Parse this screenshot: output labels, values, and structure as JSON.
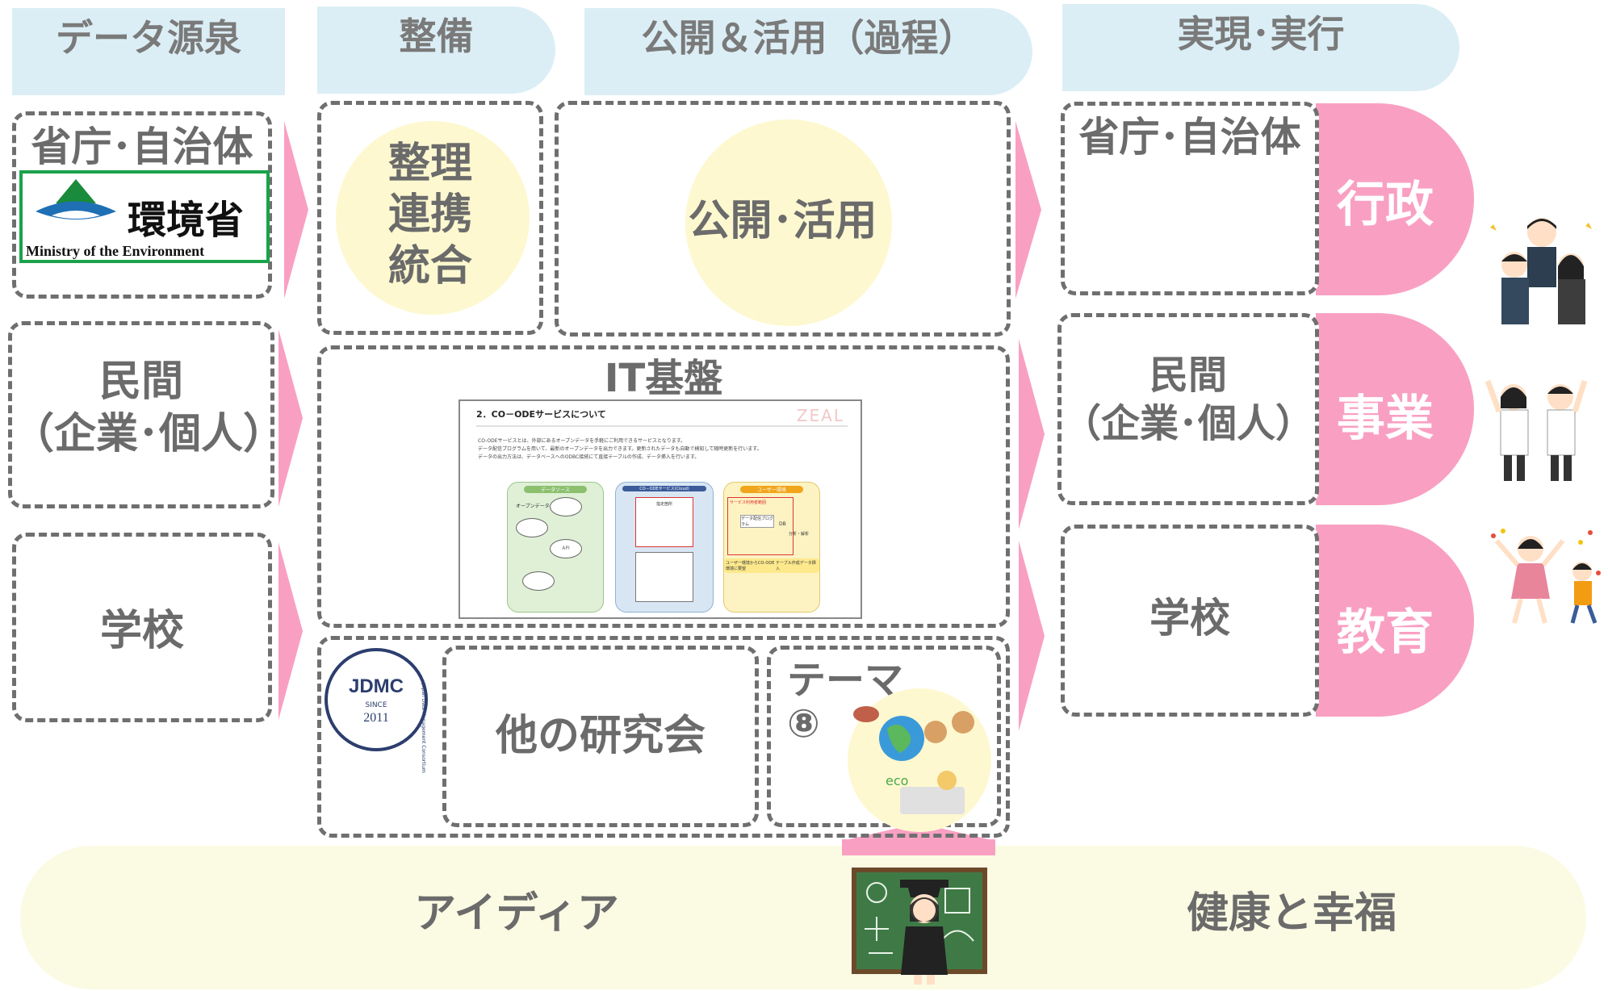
{
  "headers": {
    "data_source": "データ源泉",
    "prep": "整備",
    "publish": "公開＆活用（過程）",
    "realize": "実現･実行"
  },
  "left": {
    "gov_title": "省庁･自治体",
    "moe_logo": {
      "jp": "環境省",
      "en": "Ministry of the Environment"
    },
    "private": [
      "民間",
      "（企業･個人）"
    ],
    "school": "学校"
  },
  "prep": {
    "lines": [
      "整理",
      "連携",
      "統合"
    ]
  },
  "publish": {
    "label": "公開･活用"
  },
  "it": {
    "title": "IT基盤",
    "slide": {
      "heading": "2．CO－ODEサービスについて",
      "brand": "ZEAL",
      "body": [
        "CO-ODEサービスとは、外部にあるオープンデータを手軽にご利用できるサービスとなります。",
        "データ配信プログラムを用いて、最新のオープンデータを出力できます。更新されたデータも自動で検知して随時更新を行います。",
        "データの出力方法は、データベースへのODBC接続にて直接テーブルの作成、データ挿入を行います。"
      ],
      "panels": [
        "データソース",
        "CO－ODEサービス(Cloud)",
        "ユーザー環境"
      ],
      "labels": [
        "オープンデータ",
        "API",
        "指定箇所",
        "サービス利用者範囲",
        "データ配信プログラム",
        "DB",
        "分析・解析",
        "ユーザー環境からCO-ODE環境に要望",
        "テーブル作成データ挿入"
      ]
    }
  },
  "jdmc": {
    "name": "JDMC",
    "since": "SINCE",
    "year": "2011",
    "ring": "Japan Data Management Consortium"
  },
  "other_study": "他の研究会",
  "theme": {
    "label": "テーマ",
    "num": "⑧",
    "eco": "eco"
  },
  "right": {
    "gov_title": "省庁･自治体",
    "gov_tag": "行政",
    "private": [
      "民間",
      "（企業･個人）"
    ],
    "private_tag": "事業",
    "school": "学校",
    "school_tag": "教育"
  },
  "bottom": {
    "idea": "アイディア",
    "wellbeing": "健康と幸福"
  },
  "colors": {
    "header_bg": "#dbeef5",
    "pink": "#f9a0c2",
    "cream": "#fdf8cf",
    "bottom_bg": "#fbfbe4",
    "dash": "#6f6f6f"
  }
}
